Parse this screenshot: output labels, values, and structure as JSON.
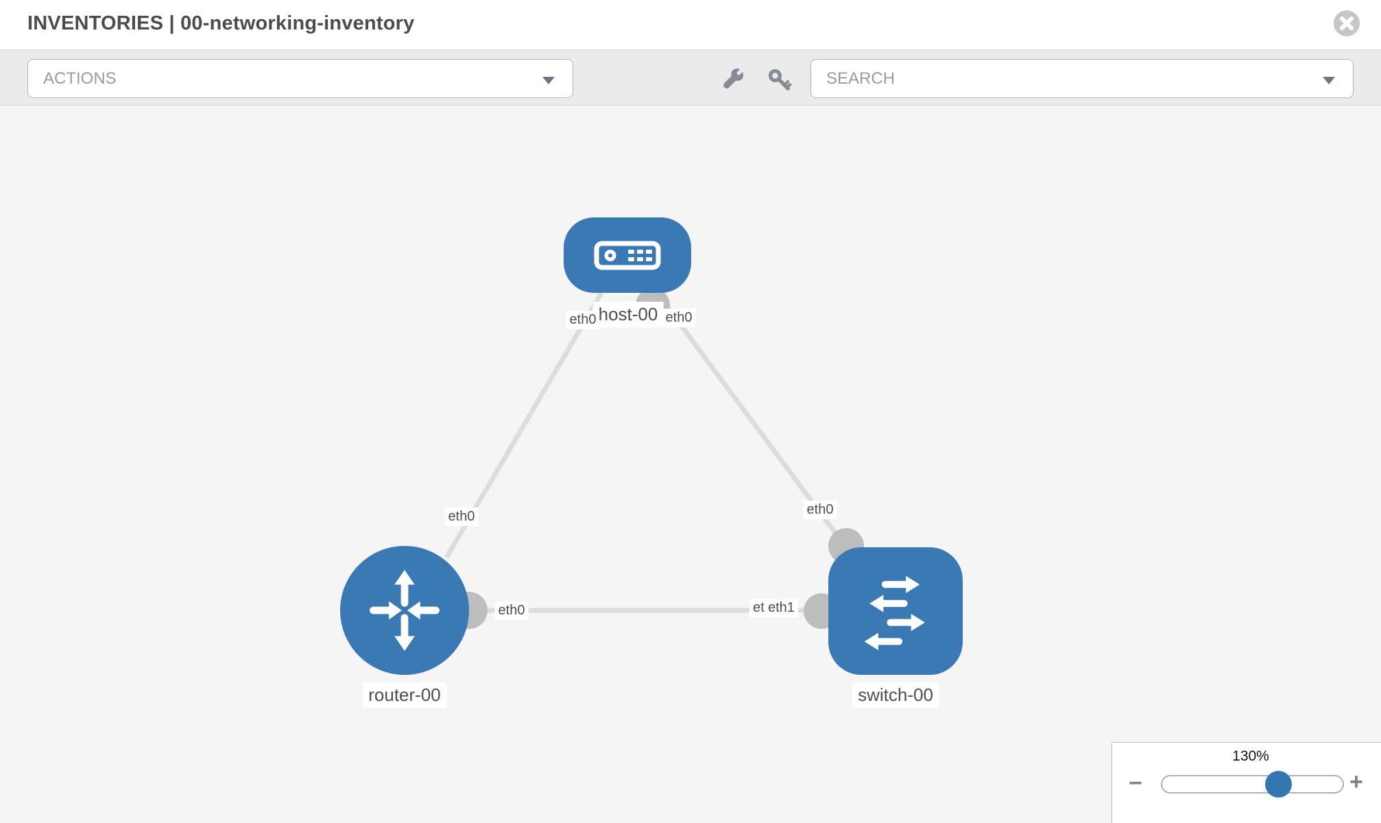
{
  "header": {
    "title": "INVENTORIES | 00-networking-inventory"
  },
  "toolbar": {
    "actions_label": "ACTIONS",
    "search_label": "SEARCH",
    "icons": [
      "wrench-icon",
      "key-icon"
    ]
  },
  "canvas": {
    "nodes": [
      {
        "label": "host-00",
        "type": "host"
      },
      {
        "label": "router-00",
        "type": "router"
      },
      {
        "label": "switch-00",
        "type": "switch"
      }
    ],
    "links": [
      {
        "from": "router-00",
        "to": "host-00",
        "from_interface": "eth0",
        "to_interface": "eth0"
      },
      {
        "from": "host-00",
        "to": "switch-00",
        "from_interface": "eth0",
        "to_interface": "eth0"
      },
      {
        "from": "router-00",
        "to": "switch-00",
        "from_interface": "eth0",
        "to_interface": "eth1"
      }
    ],
    "interface_label_overlap": {
      "base": "eth0",
      "top": "eth1"
    }
  },
  "zoom_control": {
    "value": "130%",
    "minus": "−",
    "plus": "+"
  },
  "colors": {
    "node_blue": "#3b79b5",
    "link_gray": "#dcdcdc",
    "endpoint_gray": "#bdbdbd",
    "canvas_bg": "#f5f5f5",
    "toolbar_bg": "#ebebeb",
    "label_text": "#4e4e4e",
    "slider_handle_blue": "#3576b2"
  }
}
